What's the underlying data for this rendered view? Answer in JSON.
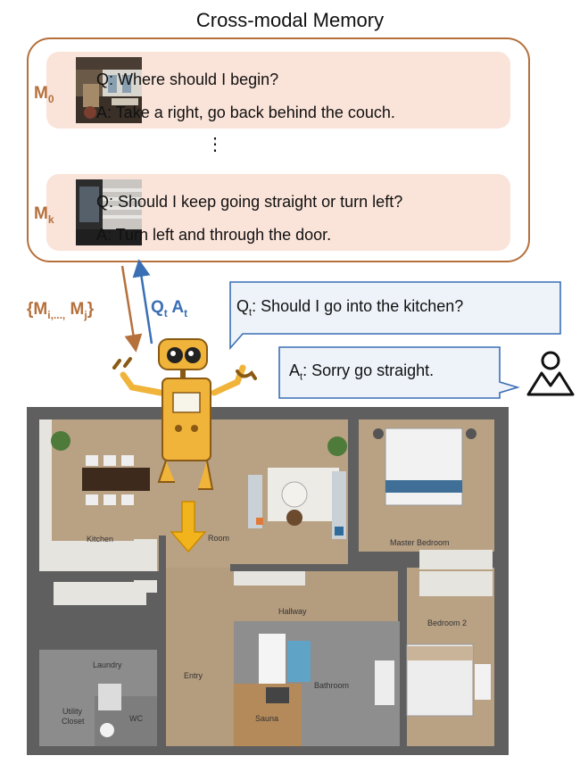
{
  "title": "Cross-modal Memory",
  "memories": [
    {
      "label_main": "M",
      "label_sub": "0",
      "question": "Q: Where should I begin?",
      "answer": "A: Take a right, go back behind the couch."
    },
    {
      "label_main": "M",
      "label_sub": "k",
      "question": "Q: Should I keep going straight or turn left?",
      "answer": "A: Turn left and through the door."
    }
  ],
  "ellipsis": "⋮",
  "retrieve_label": {
    "open": "{M",
    "sub1": "i,...,",
    "mid": " M",
    "sub2": "j",
    "close": "}"
  },
  "write_label": {
    "q": "Q",
    "q_sub": "t",
    "a": " A",
    "a_sub": "t"
  },
  "question_bubble": {
    "prefix": "Q",
    "sub": "t",
    "text": ": Should I go into the kitchen?"
  },
  "answer_bubble": {
    "prefix": "A",
    "sub": "t",
    "text": ": Sorry go straight."
  },
  "rooms": {
    "kitchen": "Kitchen",
    "room": "Room",
    "master_bedroom": "Master Bedroom",
    "hallway": "Hallway",
    "bedroom2": "Bedroom 2",
    "laundry": "Laundry",
    "entry": "Entry",
    "bathroom": "Bathroom",
    "utility_closet_1": "Utility",
    "utility_closet_2": "Closet",
    "wc": "WC",
    "sauna": "Sauna"
  },
  "colors": {
    "memory_accent": "#b5703c",
    "memory_fill": "#fae3d8",
    "query_accent": "#3a6fb5",
    "bubble_fill": "#eef3fa",
    "robot_yellow": "#f0b43a",
    "direction_arrow": "#f2b41c"
  }
}
